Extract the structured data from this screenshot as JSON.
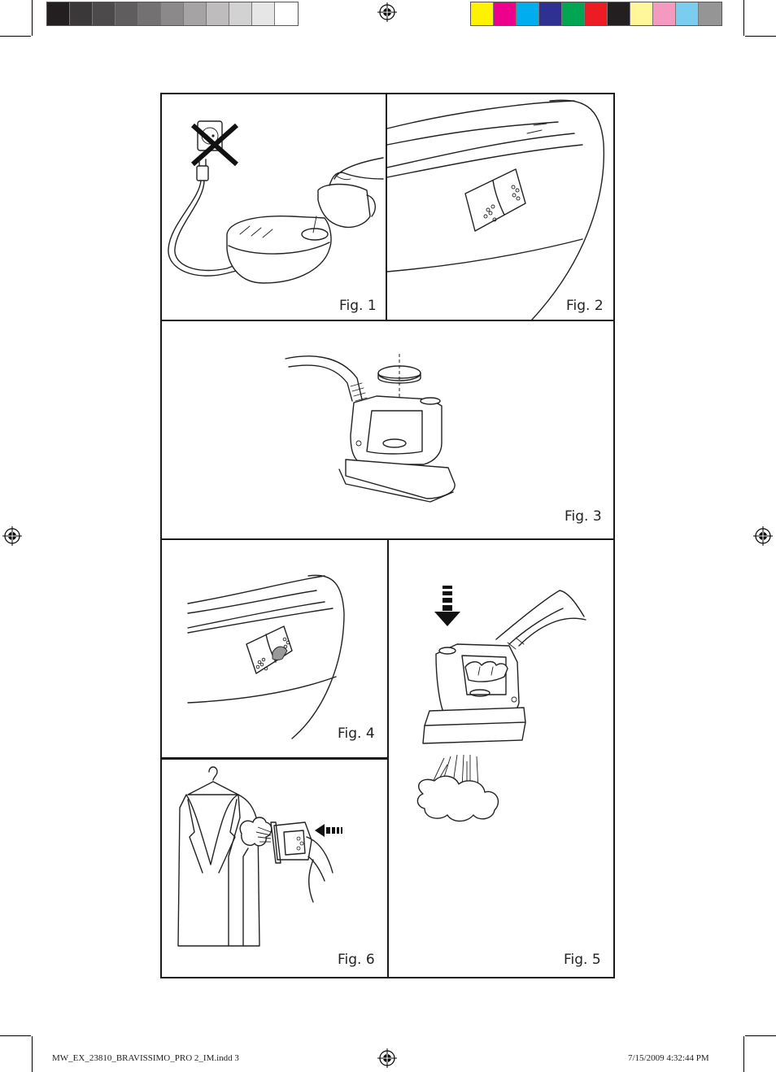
{
  "print_marks": {
    "grayscale_swatches": [
      "#231f20",
      "#3b3839",
      "#4d4a4b",
      "#605d5e",
      "#747172",
      "#8c898a",
      "#a5a3a3",
      "#bebcbc",
      "#d3d2d2",
      "#e7e6e6",
      "#ffffff"
    ],
    "color_swatches": [
      "#fff200",
      "#ec008c",
      "#00aeef",
      "#2e3192",
      "#00a651",
      "#ed1c24",
      "#231f20",
      "#fff799",
      "#f49ac1",
      "#7accf0",
      "#959595"
    ]
  },
  "figures": {
    "fig1": {
      "label": "Fig. 1"
    },
    "fig2": {
      "label": "Fig. 2"
    },
    "fig3": {
      "label": "Fig. 3"
    },
    "fig4": {
      "label": "Fig. 4"
    },
    "fig5": {
      "label": "Fig. 5"
    },
    "fig6": {
      "label": "Fig. 6"
    }
  },
  "footer": {
    "file_slug": "MW_EX_23810_BRAVISSIMO_PRO 2_IM.indd   3",
    "timestamp": "7/15/2009   4:32:44 PM"
  }
}
